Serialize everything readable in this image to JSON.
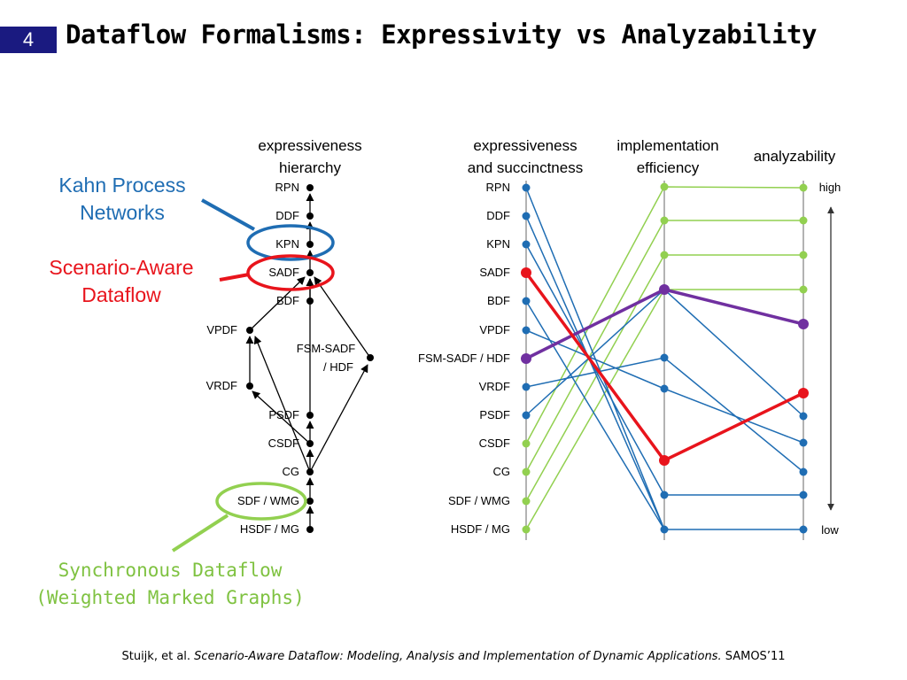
{
  "slide": {
    "number": "4",
    "title": "Dataflow Formalisms: Expressivity vs Analyzability",
    "citation_authors": "Stuijk, et al. ",
    "citation_title": "Scenario-Aware Dataflow: Modeling, Analysis and Implementation of Dynamic Applications.",
    "citation_venue": " SAMOS’11"
  },
  "callouts": {
    "kpn_line1": "Kahn Process",
    "kpn_line2": "Networks",
    "sadf_line1": "Scenario-Aware",
    "sadf_line2": "Dataflow",
    "sdf_line1": "Synchronous Dataflow",
    "sdf_line2": "(Weighted Marked Graphs)"
  },
  "hierarchy": {
    "header_line1": "expressiveness",
    "header_line2": "hierarchy",
    "nodes": [
      "RPN",
      "DDF",
      "KPN",
      "SADF",
      "BDF",
      "VPDF",
      "FSM-SADF",
      "/ HDF",
      "VRDF",
      "PSDF",
      "CSDF",
      "CG",
      "SDF / WMG",
      "HSDF / MG"
    ]
  },
  "comparison": {
    "header_exp_line1": "expressiveness",
    "header_exp_line2": "and succinctness",
    "header_impl_line1": "implementation",
    "header_impl_line2": "efficiency",
    "header_analyz": "analyzability",
    "high_label": "high",
    "low_label": "low",
    "formalisms": [
      "RPN",
      "DDF",
      "KPN",
      "SADF",
      "BDF",
      "VPDF",
      "FSM-SADF / HDF",
      "VRDF",
      "PSDF",
      "CSDF",
      "CG",
      "SDF / WMG",
      "HSDF / MG"
    ]
  },
  "colors": {
    "blue": "#1f6db3",
    "green": "#92d050",
    "red": "#e8141c",
    "purple": "#7030a0",
    "slide_number_bg": "#1a1a80",
    "callout_kpn": "#1f6db3",
    "callout_sadf": "#e8141c",
    "callout_sdf": "#7fc241"
  }
}
